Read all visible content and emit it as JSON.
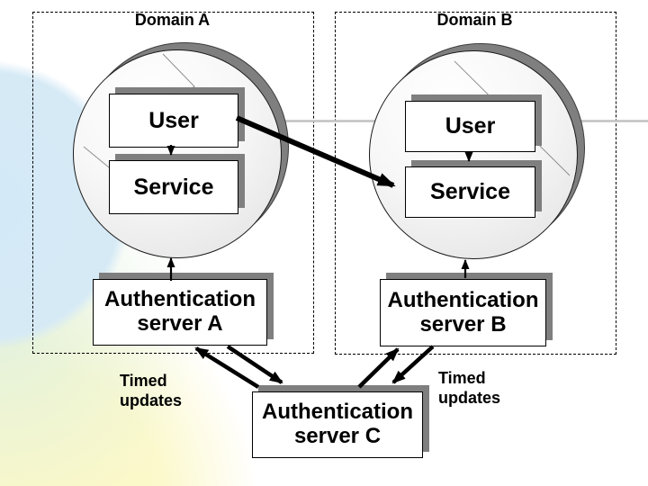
{
  "slide": {
    "background_colors": {
      "blue": "#d6eaf6",
      "green": "#e4f1dd",
      "yellow": "#fbf8c6"
    },
    "accent_colors": {
      "shadow_gray": "#7f7f7f",
      "connector_gray": "#c2c2c2",
      "ink": "#000000"
    }
  },
  "domain_a": {
    "title": "Domain A",
    "user": "User",
    "service": "Service",
    "auth_line1": "Authentication",
    "auth_line2": "server A"
  },
  "domain_b": {
    "title": "Domain B",
    "user": "User",
    "service": "Service",
    "auth_line1": "Authentication",
    "auth_line2": "server B"
  },
  "central": {
    "auth_line1": "Authentication",
    "auth_line2": "server C"
  },
  "annotations": {
    "timed_left_line1": "Timed",
    "timed_left_line2": "updates",
    "timed_right_line1": "Timed",
    "timed_right_line2": "updates"
  },
  "edges": [
    {
      "from": "user-a",
      "to": "service-b",
      "type": "thick-arrow"
    },
    {
      "from": "user-a",
      "to": "service-a",
      "type": "arrow"
    },
    {
      "from": "user-b",
      "to": "service-b",
      "type": "arrow"
    },
    {
      "from": "auth-server-a",
      "to": "domain-a-circle",
      "type": "arrow"
    },
    {
      "from": "auth-server-b",
      "to": "domain-b-circle",
      "type": "arrow"
    },
    {
      "from": "auth-server-c",
      "to": "auth-server-a",
      "type": "arrow"
    },
    {
      "from": "auth-server-a",
      "to": "auth-server-c",
      "type": "arrow"
    },
    {
      "from": "auth-server-c",
      "to": "auth-server-b",
      "type": "arrow"
    },
    {
      "from": "auth-server-b",
      "to": "auth-server-c",
      "type": "arrow"
    }
  ]
}
